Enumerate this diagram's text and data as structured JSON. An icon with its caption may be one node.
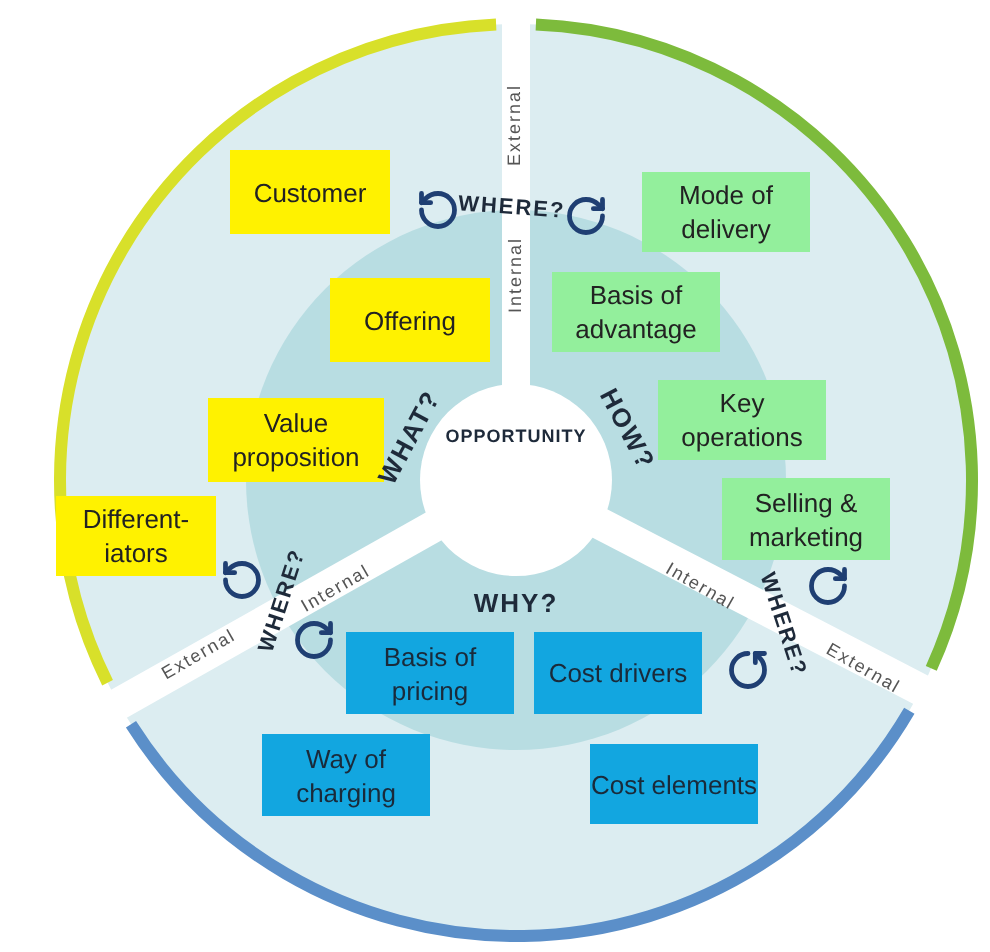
{
  "diagram": {
    "nodes": [
      {
        "text": [
          "Customer"
        ]
      },
      {
        "text": [
          "Mode of delivery"
        ]
      },
      {
        "text": [
          "Offering"
        ]
      },
      {
        "text": [
          "Basis of advantage"
        ]
      },
      {
        "text": [
          "Key operations"
        ]
      },
      {
        "text": [
          "Value proposition"
        ]
      },
      {
        "text": [
          "OPPORTUNITY"
        ]
      },
      {
        "text": [
          "Selling & marketing"
        ]
      },
      {
        "text": [
          "Different- iators"
        ]
      },
      {
        "text": [
          "Basis of pricing"
        ]
      },
      {
        "text": [
          "Cost drivers"
        ]
      },
      {
        "text": [
          "Way of charging"
        ]
      },
      {
        "text": [
          "Cost elements"
        ]
      }
    ],
    "edges": [],
    "labels": [
      "External",
      "WHERE?",
      "Internal",
      "WHAT?",
      "HOW?",
      "Internal",
      "Internal",
      "WHERE?",
      "WHERE?",
      "WHY?",
      "External",
      "External"
    ]
  }
}
